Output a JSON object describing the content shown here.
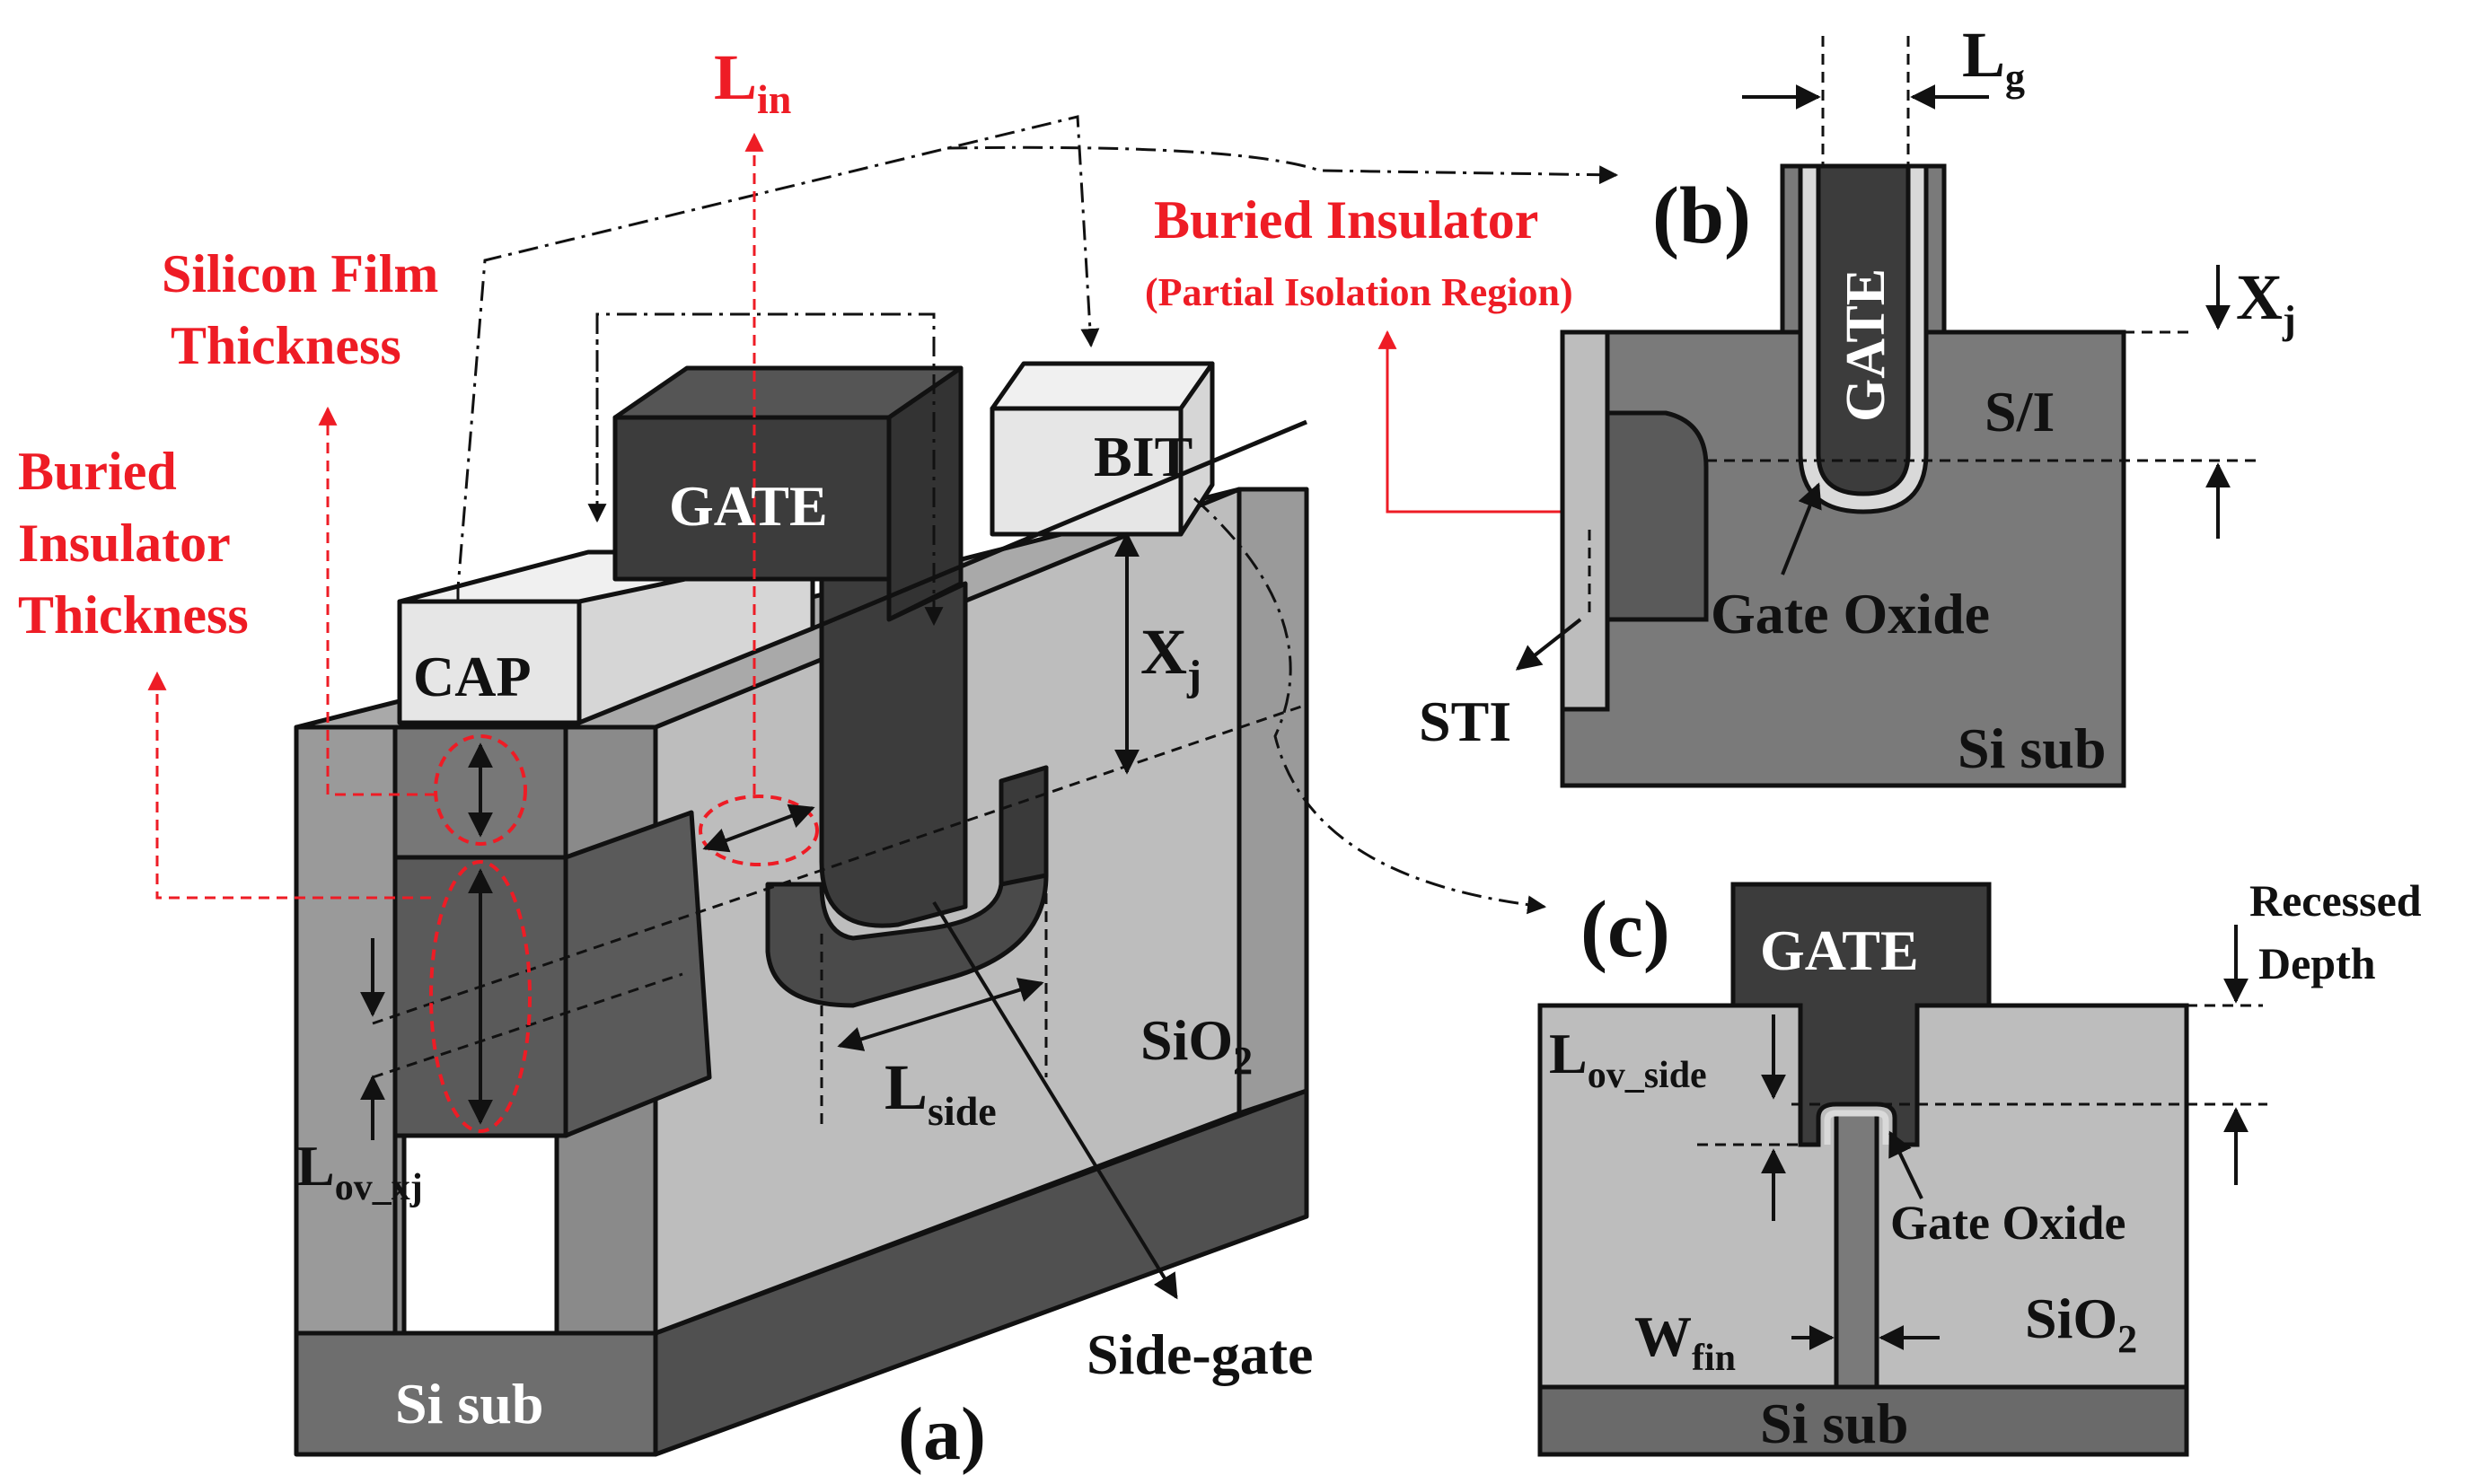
{
  "colors": {
    "outline": "#111111",
    "gate": "#3c3c3c",
    "silicon_dark": "#5a5a5a",
    "silicon_mid": "#7a7a7a",
    "oxide_light": "#bdbdbd",
    "contact": "#e6e6e6",
    "accent_red": "#ee1c25"
  },
  "panel_a": {
    "tag": "(a)",
    "gate": "GATE",
    "cap": "CAP",
    "bit": "BIT",
    "xj": "X",
    "xj_sub": "j",
    "sio2": "SiO",
    "sio2_sub": "2",
    "si_sub": "Si sub",
    "lside": "L",
    "lside_sub": "side",
    "lov_xj": "L",
    "lov_xj_sub": "ov_xj",
    "side_gate": "Side-gate",
    "lin": "L",
    "lin_sub": "in",
    "silicon_film_1": "Silicon Film",
    "silicon_film_2": "Thickness",
    "buried_ins_1": "Buried",
    "buried_ins_2": "Insulator",
    "buried_ins_3": "Thickness"
  },
  "panel_b": {
    "tag": "(b)",
    "lg": "L",
    "lg_sub": "g",
    "xj": "X",
    "xj_sub": "j",
    "gate": "GATE",
    "si": "S/I",
    "gate_oxide": "Gate Oxide",
    "sti": "STI",
    "si_sub": "Si sub",
    "buried_1": "Buried Insulator",
    "buried_2": "(Partial Isolation Region)"
  },
  "panel_c": {
    "tag": "(c)",
    "gate": "GATE",
    "recessed_1": "Recessed",
    "recessed_2": "Depth",
    "lov_side": "L",
    "lov_side_sub": "ov_side",
    "gate_oxide": "Gate Oxide",
    "wfin": "W",
    "wfin_sub": "fin",
    "sio2": "SiO",
    "sio2_sub": "2",
    "si_sub": "Si sub"
  }
}
